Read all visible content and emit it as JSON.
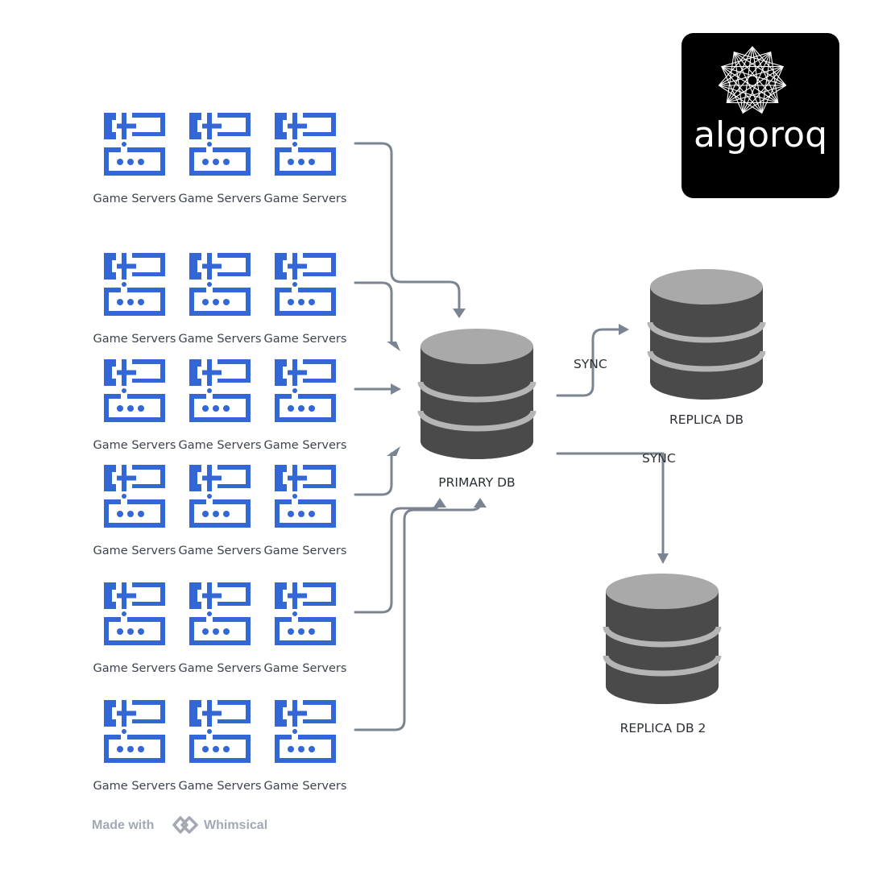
{
  "colors": {
    "server_icon": "#3367d6",
    "connector": "#7b8592",
    "db_body": "#4a4a4a",
    "db_top": "#a9a9a9",
    "db_band": "#b5b5b5",
    "logo_bg": "#000000",
    "logo_fg": "#ffffff",
    "footer": "#a3a8b3"
  },
  "server_groups": [
    {
      "labels": [
        "Game Servers",
        "Game Servers",
        "Game Servers"
      ]
    },
    {
      "labels": [
        "Game Servers",
        "Game Servers",
        "Game Servers"
      ]
    },
    {
      "labels": [
        "Game Servers",
        "Game Servers",
        "Game Servers"
      ]
    },
    {
      "labels": [
        "Game Servers",
        "Game Servers",
        "Game Servers"
      ]
    },
    {
      "labels": [
        "Game Servers",
        "Game Servers",
        "Game Servers"
      ]
    },
    {
      "labels": [
        "Game Servers",
        "Game Servers",
        "Game Servers"
      ]
    }
  ],
  "databases": {
    "primary": {
      "label": "PRIMARY DB"
    },
    "replica_1": {
      "label": "REPLICA DB"
    },
    "replica_2": {
      "label": "REPLICA DB 2"
    }
  },
  "connections": {
    "sync_1_label": "SYNC",
    "sync_2_label": "SYNC"
  },
  "logo": {
    "text": "algoroq",
    "icon": "star-polygon-icon"
  },
  "footer": {
    "made_with": "Made with",
    "brand": "Whimsical",
    "icon": "whimsical-logo-icon"
  }
}
